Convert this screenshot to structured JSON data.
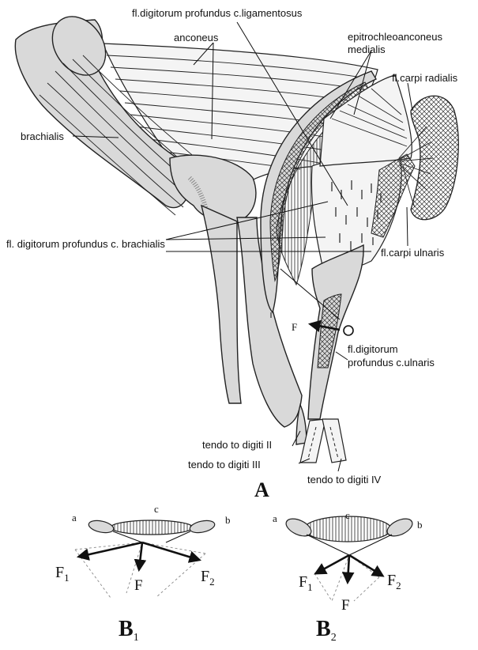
{
  "panel_a": {
    "labels": {
      "fl_dig_prof_lig": "fl.digitorum profundus c.ligamentosus",
      "anconeus": "anconeus",
      "epitrochleo_1": "epitrochleoanconeus",
      "epitrochleo_2": "medialis",
      "fl_carpi_radialis": "fl.carpi radialis",
      "brachialis": "brachialis",
      "fl_dig_prof_brach": "fl. digitorum profundus c. brachialis",
      "fl_carpi_ulnaris": "fl.carpi ulnaris",
      "force": "F",
      "fl_dig_prof_uln_1": "fl.digitorum",
      "fl_dig_prof_uln_2": "profundus c.ulnaris",
      "tendo_ii": "tendo to digiti II",
      "tendo_iii": "tendo to digiti III",
      "tendo_iv": "tendo to digiti IV",
      "panel_letter": "A"
    }
  },
  "panel_b1": {
    "a": "a",
    "b": "b",
    "c": "c",
    "f1": "F",
    "f1_sub": "1",
    "f2": "F",
    "f2_sub": "2",
    "f": "F",
    "title": "B",
    "title_sub": "1"
  },
  "panel_b2": {
    "a": "a",
    "b": "b",
    "c": "c",
    "f1": "F",
    "f1_sub": "1",
    "f2": "F",
    "f2_sub": "2",
    "f": "F",
    "title": "B",
    "title_sub": "2"
  }
}
